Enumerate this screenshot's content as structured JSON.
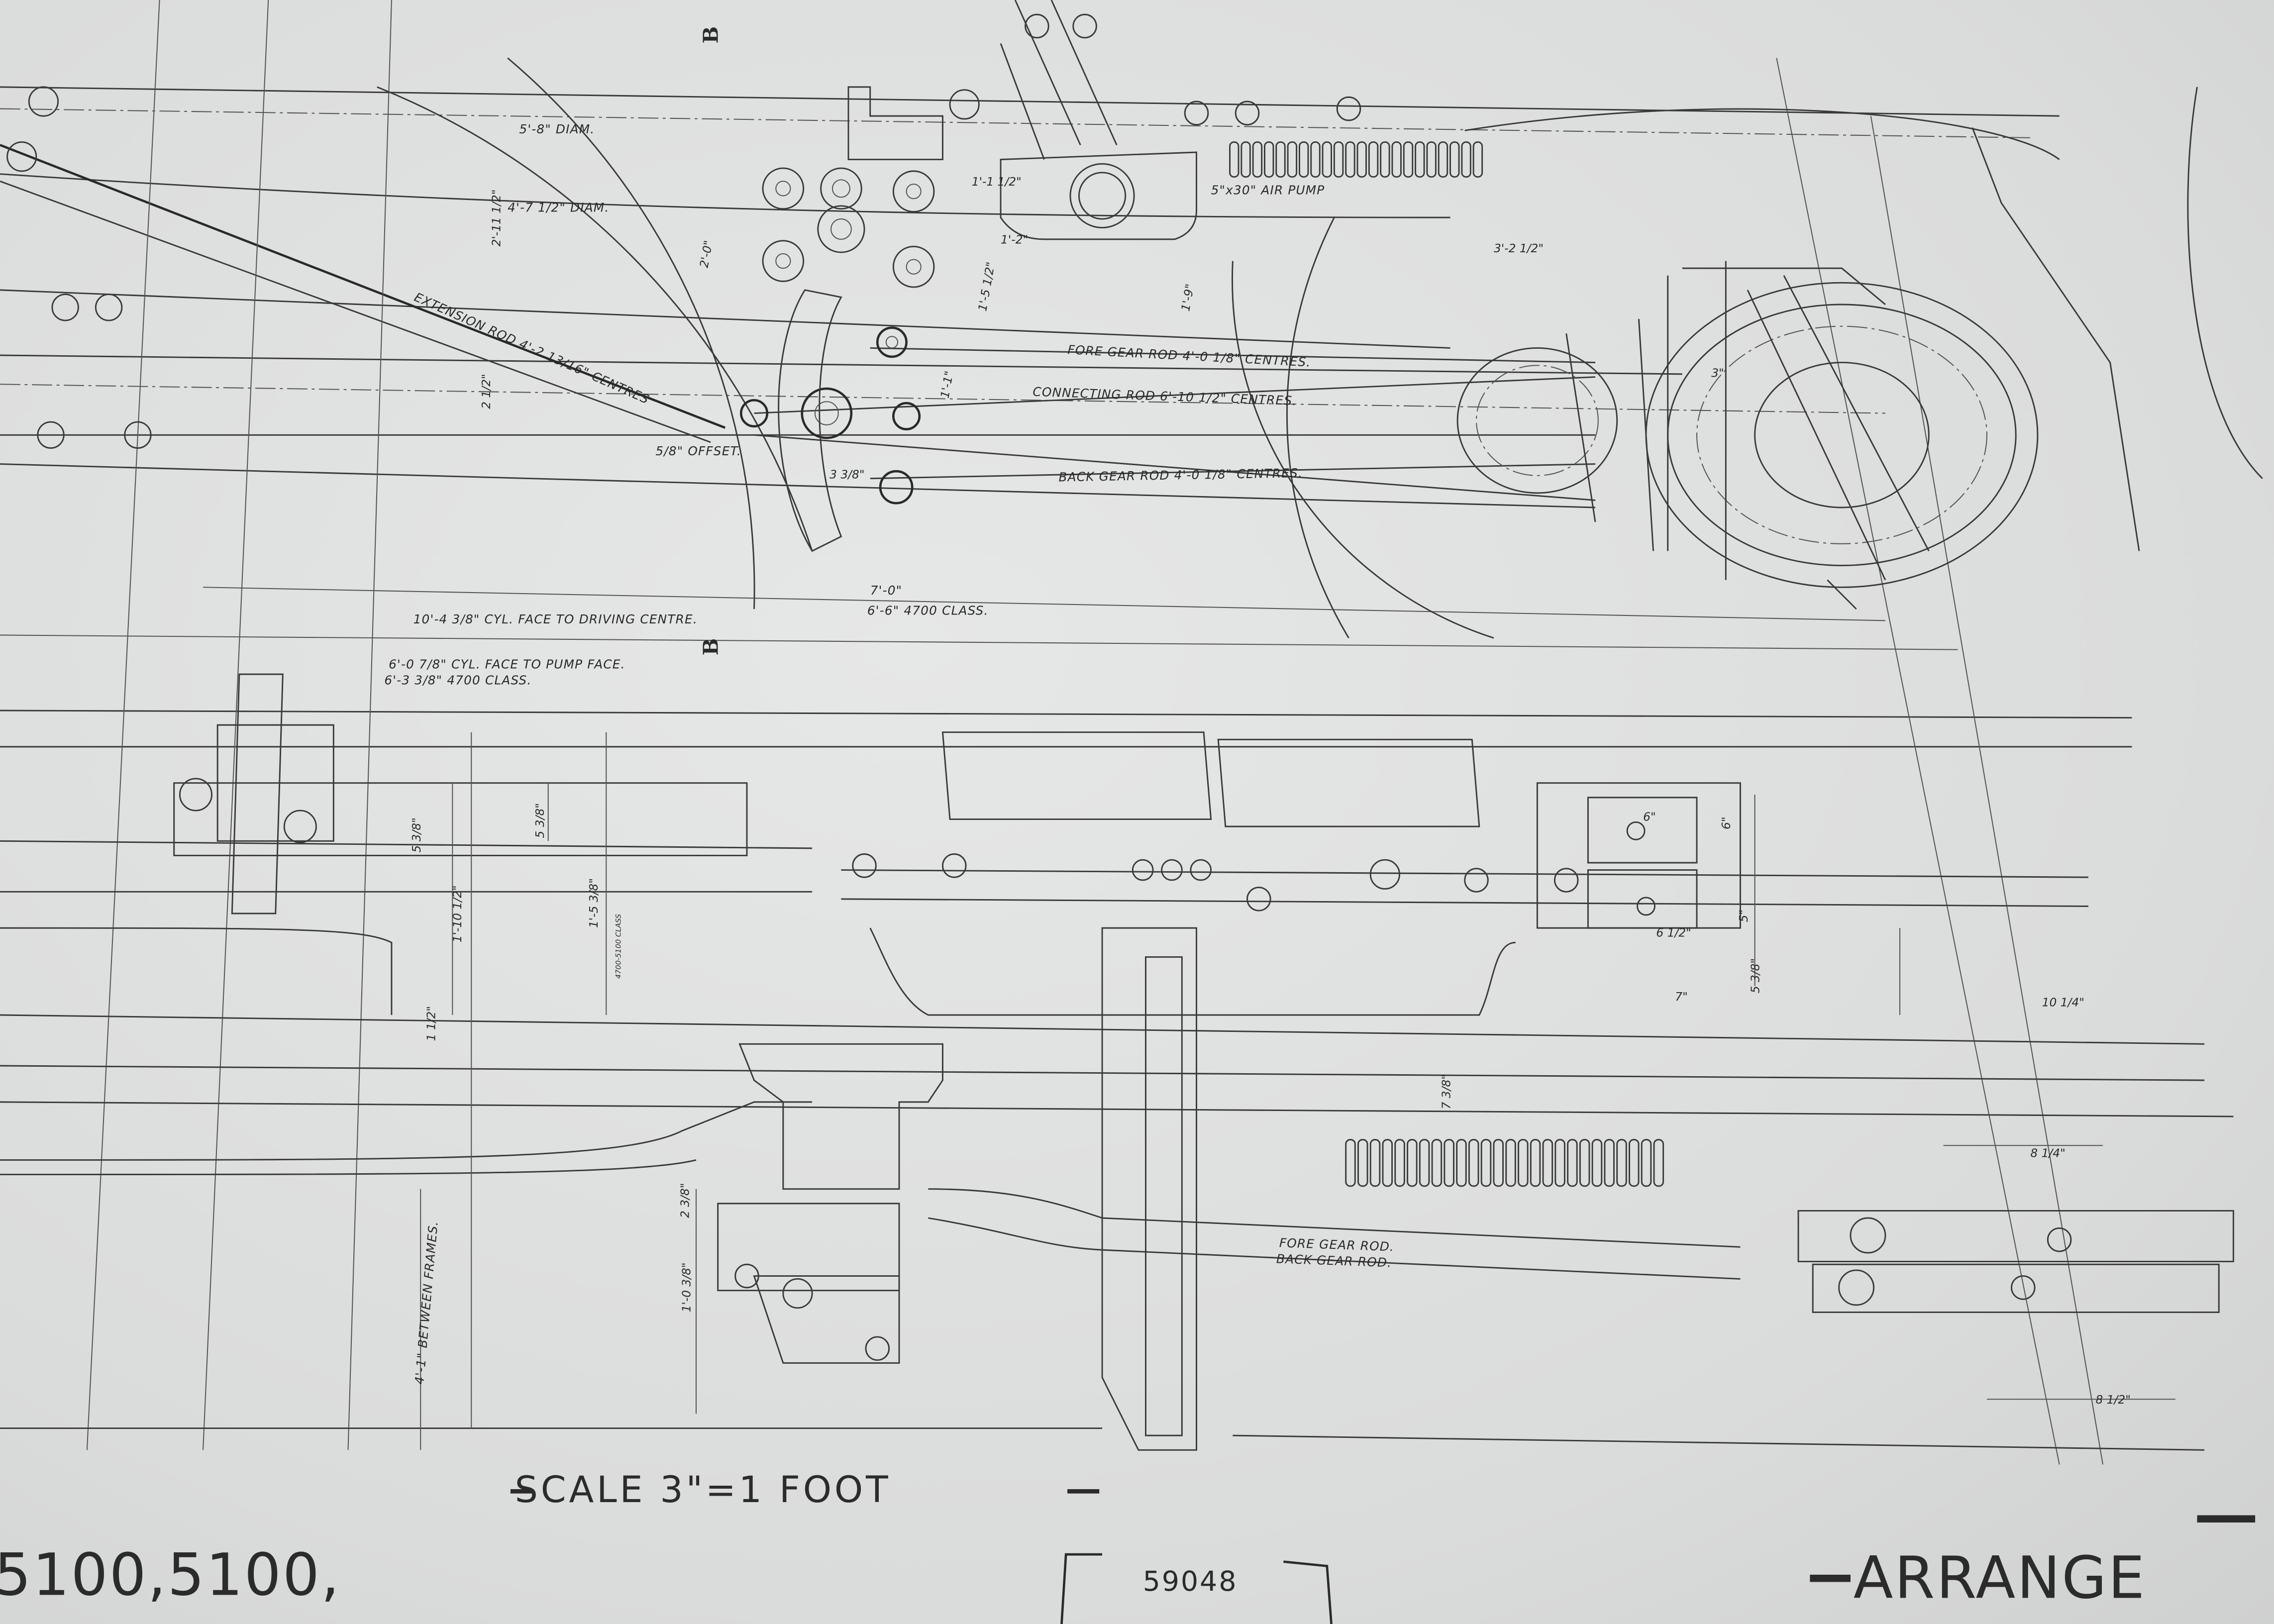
{
  "drawing": {
    "paper_color": "#dcdddd",
    "ink_color": "#2a2a2a",
    "labels": {
      "diam_outer": "5'-8\" DIAM.",
      "diam_inner": "4'-7 1/2\" DIAM.",
      "extension_rod": "EXTENSION ROD 4'-2 13/16\" CENTRES",
      "fore_gear_rod_upper": "FORE GEAR ROD 4'-0 1/8\" CENTRES.",
      "connecting_rod": "CONNECTING ROD 6'-10 1/2\" CENTRES.",
      "back_gear_rod_upper": "BACK GEAR ROD 4'-0 1/8\" CENTRES.",
      "air_pump": "5\"x30\" AIR PUMP",
      "offset": "5/8\" OFFSET.",
      "cyl_to_driving": "10'-4 3/8\" CYL. FACE TO DRIVING CENTRE.",
      "dim_7_0": "7'-0\"",
      "dim_6_6_class": "6'-6\" 4700 CLASS.",
      "cyl_to_pump": "6'-0 7/8\" CYL. FACE TO PUMP FACE.",
      "dim_6_3_class": "6'-3 3/8\" 4700 CLASS.",
      "fore_gear_rod_lower": "FORE GEAR ROD.",
      "back_gear_rod_lower": "BACK GEAR ROD.",
      "between_frames": "4'-1\" BETWEEN FRAMES.",
      "section_mark_top": "B",
      "section_mark_mid": "B"
    },
    "dimensions": {
      "d_2_11": "2'-11 1/2\"",
      "d_2_0": "2'-0\"",
      "d_2_half": "2 1/2\"",
      "d_1_1_half": "1'-1 1/2\"",
      "d_1_2": "1'-2\"",
      "d_1_5": "1'-5 1/2\"",
      "d_1_9": "1'-9\"",
      "d_1_1": "1'-1\"",
      "d_3_3": "3 3/8\"",
      "d_3_2": "3'-2 1/2\"",
      "d_3": "3\"",
      "d_5_3a": "5 3/8\"",
      "d_5_3b": "5 3/8\"",
      "d_1_10": "1'-10 1/2\"",
      "d_1_5_3": "1'-5 3/8\"",
      "d_4700": "4700-5100 CLASS",
      "d_1_half": "1 1/2\"",
      "d_6a": "6\"",
      "d_6b": "6\"",
      "d_6_half": "6 1/2\"",
      "d_5": "5\"",
      "d_7": "7\"",
      "d_5_3c": "5 3/8\"",
      "d_10_1": "10 1/4\"",
      "d_7_3": "7 3/8\"",
      "d_8_1": "8 1/4\"",
      "d_8_half": "8 1/2\"",
      "d_2_3": "2 3/8\"",
      "d_1_0_3": "1'-0 3/8\""
    },
    "title_block": {
      "scale": "SCALE 3\"=1 FOOT",
      "class_numbers": "5100,5100,",
      "drawing_number": "59048",
      "title_fragment": "ARRANGE"
    }
  }
}
